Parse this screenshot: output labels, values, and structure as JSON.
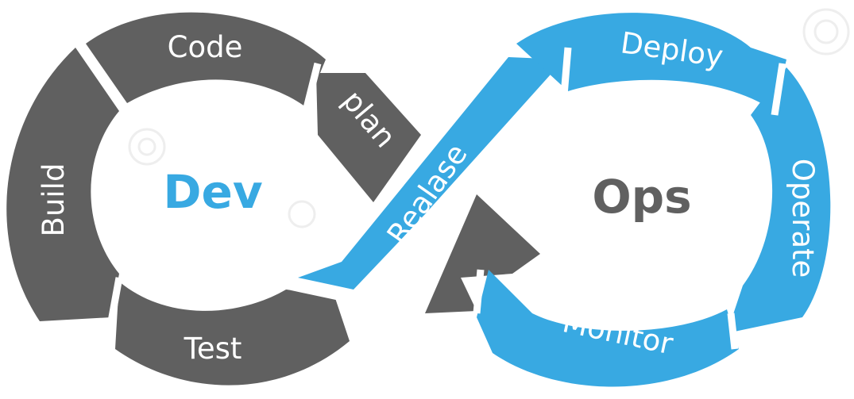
{
  "colors": {
    "dev_color": "#606060",
    "ops_color": "#38a9e2",
    "background": "#ffffff"
  },
  "center": {
    "dev": "Dev",
    "ops": "Ops"
  },
  "stages": {
    "code": "Code",
    "build": "Build",
    "test": "Test",
    "plan": "plan",
    "release": "Realase",
    "deploy": "Deploy",
    "operate": "Operate",
    "monitor": "Monitor"
  }
}
